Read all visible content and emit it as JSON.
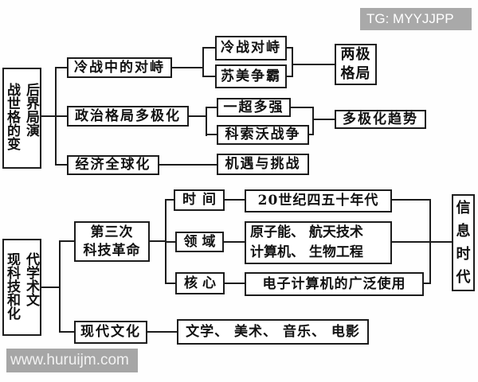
{
  "page": {
    "background": "#fefefe",
    "line_color": "#1c1c1c",
    "box_border": "#1c1c1c",
    "text_color": "#111111"
  },
  "watermarks": {
    "top": {
      "text": "TG: MYYJJPP",
      "bg": "#a9a9a9",
      "color": "#ffffff"
    },
    "bottom": {
      "text": "www.huruijm.com",
      "bg": "#a6a6a6",
      "color": "#f2f2f2"
    }
  },
  "tree1": {
    "root": {
      "full": "战后世界格局的演变",
      "lines": [
        "战后",
        "世界",
        "格局",
        "的演",
        "变"
      ]
    },
    "cold_war": {
      "label": "冷战中的对峙",
      "children": {
        "confrontation": "冷战对峙",
        "hegemony": "苏美争霸"
      },
      "result": {
        "full": "两极格局",
        "lines": [
          "两极",
          "格局"
        ]
      }
    },
    "politics": {
      "label": "政治格局多极化",
      "children": {
        "one_super": "一超多强",
        "kosovo": "科索沃战争"
      },
      "result": "多极化趋势"
    },
    "economy": {
      "label": "经济全球化",
      "result": "机遇与挑战"
    }
  },
  "tree2": {
    "root": {
      "full": "现代科学技术和文化",
      "lines": [
        "现代",
        "科学",
        "技术",
        "和文",
        "化"
      ]
    },
    "tech_revolution": {
      "label_full": "第三次科技革命",
      "label_lines": [
        "第三次",
        "科技革命"
      ],
      "time": {
        "label": "时间",
        "value": "20世纪四五十年代"
      },
      "field": {
        "label": "领域",
        "value_lines": [
          "原子能、 航天技术",
          "计算机、 生物工程"
        ]
      },
      "core": {
        "label": "核心",
        "value": "电子计算机的广泛使用"
      },
      "result": {
        "full": "信息时代",
        "chars": [
          "信",
          "息",
          "时",
          "代"
        ]
      }
    },
    "culture": {
      "label": "现代文化",
      "value": "文学、 美术、 音乐、 电影"
    }
  }
}
